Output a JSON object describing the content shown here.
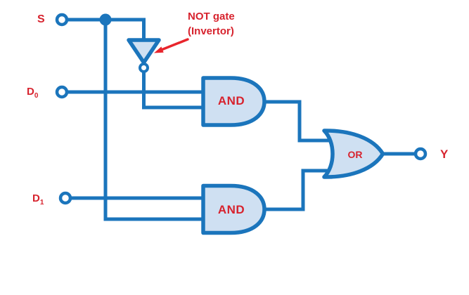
{
  "colors": {
    "wire_blue": "#1b75bc",
    "gate_fill": "#cfe0f2",
    "label_red": "#d7232e",
    "arrow_red": "#e8252c",
    "background": "#ffffff"
  },
  "terminals": {
    "s": "S",
    "d0": {
      "base": "D",
      "sub": "0"
    },
    "d1": {
      "base": "D",
      "sub": "1"
    },
    "y": "Y"
  },
  "gates": {
    "and_top": "AND",
    "and_bottom": "AND",
    "or": "OR"
  },
  "annotation": {
    "line1": "NOT gate",
    "line2": "(Invertor)"
  }
}
